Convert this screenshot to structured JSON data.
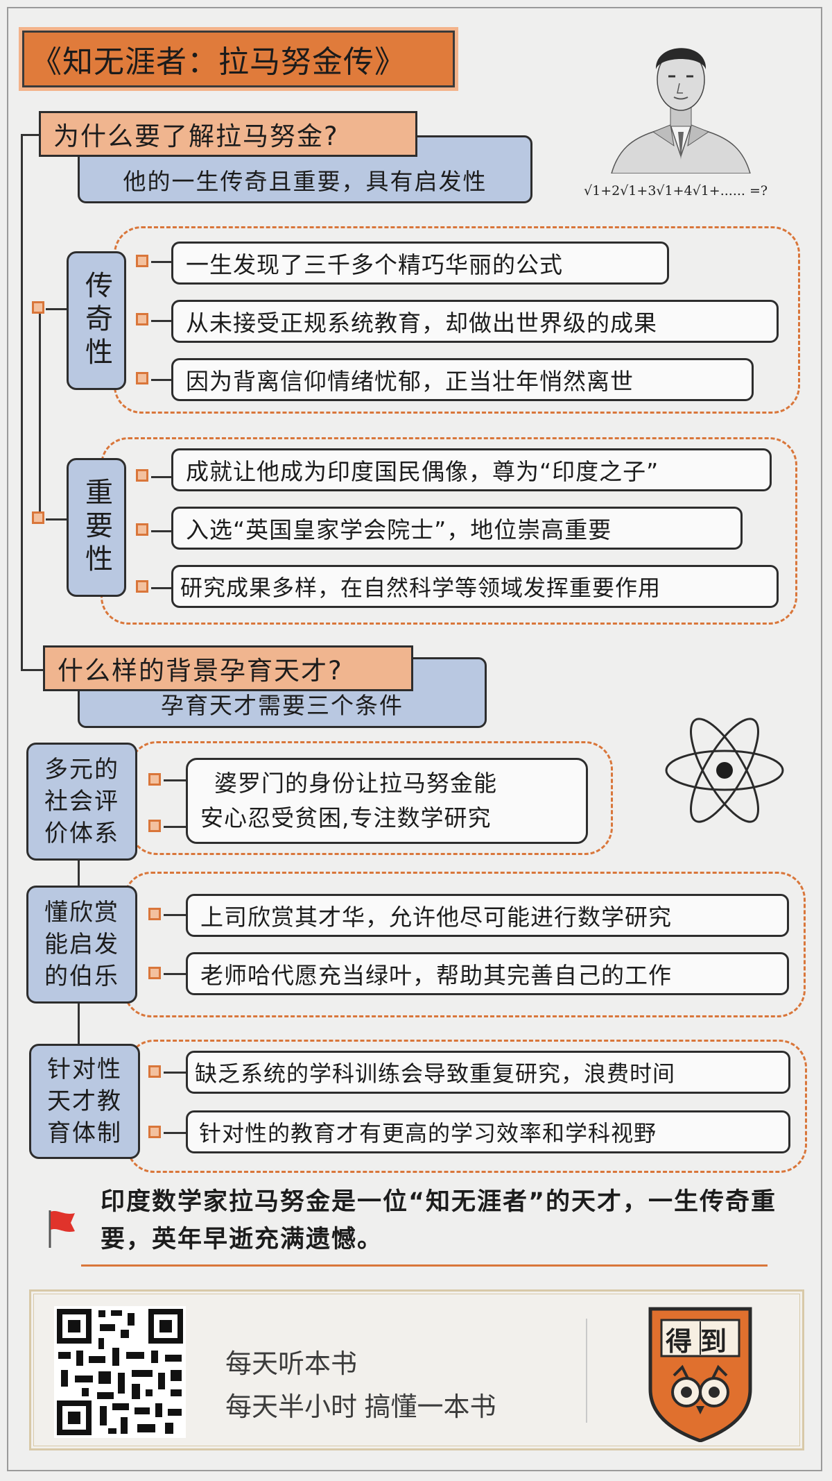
{
  "title": "《知无涯者：拉马努金传》",
  "formula": "√1+2√1+3√1+4√1+...... =?",
  "section1": {
    "question": "为什么要了解拉马努金?",
    "answer": "他的一生传奇且重要，具有启发性",
    "groups": [
      {
        "label": "传奇性",
        "items": [
          "一生发现了三千多个精巧华丽的公式",
          "从未接受正规系统教育，却做出世界级的成果",
          "因为背离信仰情绪忧郁，正当壮年悄然离世"
        ]
      },
      {
        "label": "重要性",
        "items": [
          "成就让他成为印度国民偶像，尊为“印度之子”",
          "入选“英国皇家学会院士”，地位崇高重要",
          "研究成果多样，在自然科学等领域发挥重要作用"
        ]
      }
    ]
  },
  "section2": {
    "question": "什么样的背景孕育天才?",
    "answer": "孕育天才需要三个条件",
    "groups": [
      {
        "label_lines": [
          "多元的",
          "社会评",
          "价体系"
        ],
        "items": [
          "婆罗门的身份让拉马努金能",
          "安心忍受贫困,专注数学研究"
        ]
      },
      {
        "label_lines": [
          "懂欣赏",
          "能启发",
          "的伯乐"
        ],
        "items": [
          "上司欣赏其才华，允许他尽可能进行数学研究",
          "老师哈代愿充当绿叶，帮助其完善自己的工作"
        ]
      },
      {
        "label_lines": [
          "针对性",
          "天才教",
          "育体制"
        ],
        "items": [
          "缺乏系统的学科训练会导致重复研究，浪费时间",
          "针对性的教育才有更高的学习效率和学科视野"
        ]
      }
    ]
  },
  "summary": "印度数学家拉马努金是一位“知无涯者”的天才，一生传奇重要，英年早逝充满遗憾。",
  "footer": {
    "slogan1": "每天听本书",
    "slogan2": "每天半小时 搞懂一本书",
    "logo_text": "得到"
  }
}
